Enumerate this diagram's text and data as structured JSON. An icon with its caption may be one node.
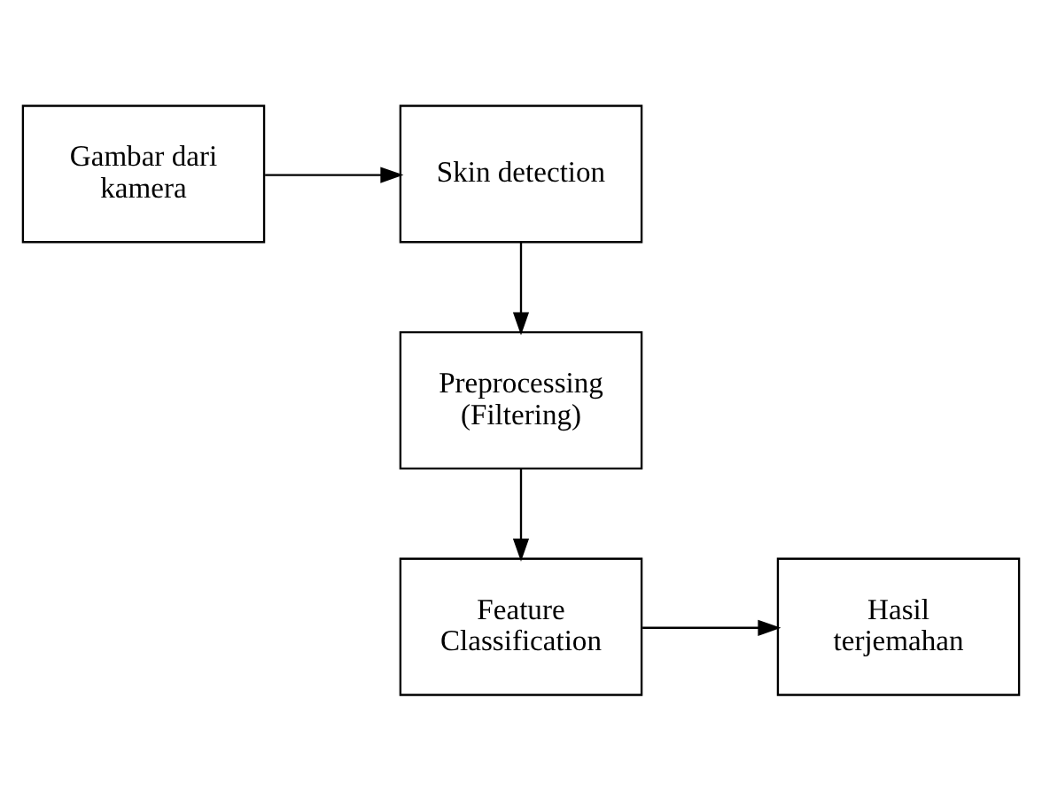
{
  "diagram": {
    "nodes": [
      {
        "text": [
          "Gambar dari kamera"
        ]
      },
      {
        "text": [
          "Skin detection"
        ]
      },
      {
        "text": [
          "Preprocessing (Filtering)"
        ]
      },
      {
        "text": [
          "Feature Classification"
        ]
      },
      {
        "text": [
          "Hasil terjemahan"
        ]
      }
    ],
    "edges": [
      {
        "from": 0,
        "to": 1,
        "arrow": "to"
      },
      {
        "from": 1,
        "to": 2,
        "arrow": "to"
      },
      {
        "from": 2,
        "to": 3,
        "arrow": "to"
      },
      {
        "from": 3,
        "to": 4,
        "arrow": "to"
      }
    ]
  }
}
